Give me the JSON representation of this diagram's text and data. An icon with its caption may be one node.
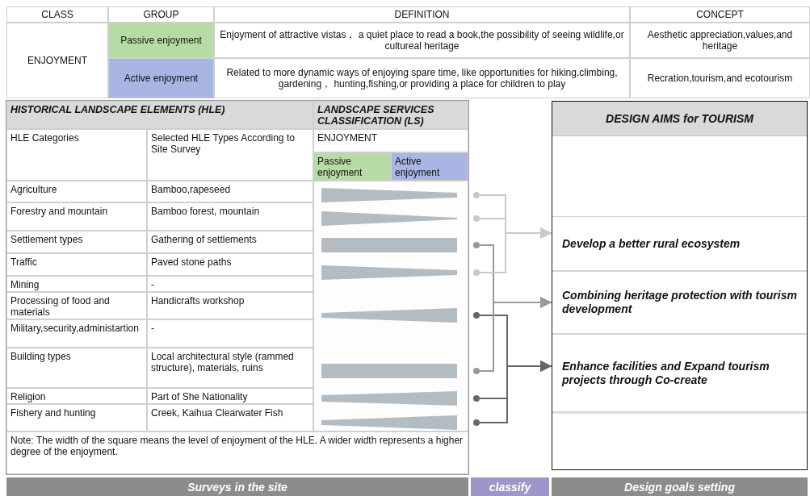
{
  "diagram": {
    "nodes": [
      {
        "text": [],
        "shape": "circle"
      },
      {
        "text": [],
        "shape": "circle"
      },
      {
        "text": [],
        "shape": "circle"
      },
      {
        "text": [],
        "shape": "circle"
      },
      {
        "text": [],
        "shape": "circle"
      },
      {
        "text": [],
        "shape": "circle"
      },
      {
        "text": [],
        "shape": "circle"
      },
      {
        "text": [],
        "shape": "circle"
      },
      {
        "text": [
          "DESIGN AIMS for TOURISM"
        ]
      },
      {
        "text": [
          "Develop a better rural ecosystem"
        ],
        "in": 8
      },
      {
        "text": [
          "Combining heritage protection with tourism development"
        ],
        "in": 8
      },
      {
        "text": [
          "Enhance facilities and Expand tourism projects through Co-create"
        ],
        "in": 8
      }
    ],
    "edges": [
      {
        "from": 0,
        "to": 9,
        "arrow": "to",
        "color": "#c8c8c8"
      },
      {
        "from": 1,
        "to": 9,
        "arrow": "to",
        "color": "#c8c8c8"
      },
      {
        "from": 2,
        "to": 10,
        "arrow": "to",
        "color": "#999999"
      },
      {
        "from": 3,
        "to": 9,
        "arrow": "to",
        "color": "#c8c8c8"
      },
      {
        "from": 4,
        "to": 11,
        "arrow": "to",
        "color": "#666666"
      },
      {
        "from": 5,
        "to": 10,
        "arrow": "to",
        "color": "#999999"
      },
      {
        "from": 6,
        "to": 11,
        "arrow": "to",
        "color": "#666666"
      },
      {
        "from": 7,
        "to": 11,
        "arrow": "to",
        "color": "#666666"
      }
    ],
    "labels": [
      "CLASS",
      "GROUP",
      "DEFINITION",
      "CONCEPT",
      "ENJOYMENT",
      "Passive enjoyment",
      "Enjoyment of attractive vistas， a quiet place to read a book,the possibility of seeing wildlife,or cultureal heritage",
      "Aesthetic appreciation,values,and heritage",
      "Active enjoyment",
      "Related to more dynamic ways of enjoying spare time, like opportunities for hiking,climbing, gardening， hunting,fishing,or providing a place for children to play",
      "Recration,tourism,and ecotourism",
      "HISTORICAL LANDSCAPE ELEMENTS (HLE)",
      "LANDSCAPE SERVICES CLASSIFICATION (LS)",
      "HLE Categories",
      "Selected HLE Types According to Site Survey",
      "ENJOYMENT",
      "Passive enjoyment",
      "Active enjoyment",
      "Agriculture",
      "Bamboo,rapeseed",
      "Forestry and mountain",
      "Bamboo forest, mountain",
      "Settlement types",
      "Gathering of settlements",
      "Traffic",
      "Paved stone paths",
      "Mining",
      "-",
      "Processing of food and materials",
      "Handicrafts workshop",
      "Military,security,administartion",
      "-",
      "Building types",
      "Local architectural style (rammed structure), materials, ruins",
      "Religion",
      "Part of She Nationality",
      "Fishery and hunting",
      "Creek, Kaihua Clearwater Fish",
      "Note: The width of the square means the level of enjoyment of the HLE. A wider width represents a higher degree of the enjoyment.",
      "Surveys in the site",
      "classify",
      "Design goals setting"
    ]
  }
}
